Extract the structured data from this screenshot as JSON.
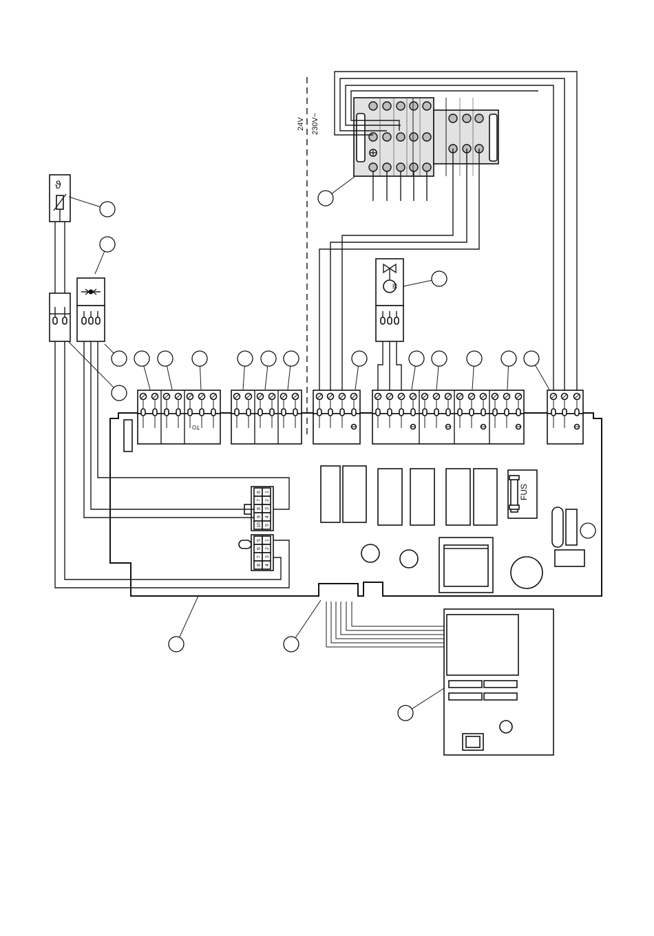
{
  "labels": {
    "voltage_low": "24V",
    "voltage_high": "230V~",
    "fuse": "FUS",
    "terminal_code": "TO",
    "motor": "M",
    "connector_upper_pins": [
      "6",
      "7",
      "8",
      "9",
      "10",
      "1",
      "2",
      "3",
      "4",
      "5"
    ],
    "connector_lower_pins": [
      "5",
      "6",
      "7",
      "8",
      "1",
      "2",
      "3",
      "4"
    ]
  },
  "colors": {
    "line": "#111111",
    "terminal_fill": "#e2e2e2",
    "background": "#ffffff"
  }
}
